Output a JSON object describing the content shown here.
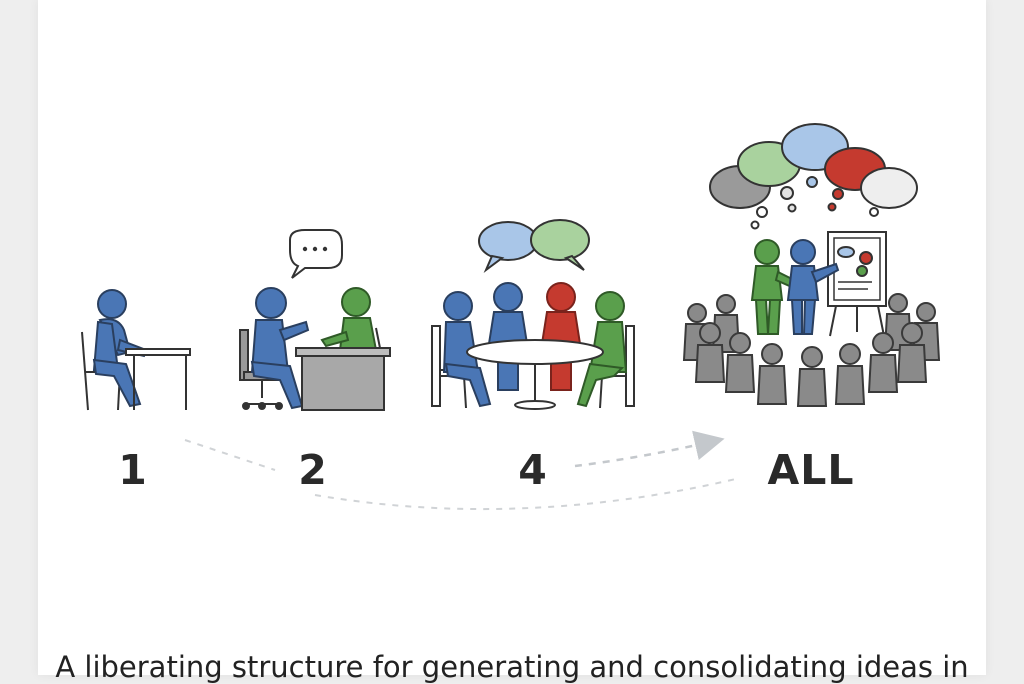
{
  "stages": [
    {
      "id": "1",
      "label": "1"
    },
    {
      "id": "2",
      "label": "2"
    },
    {
      "id": "4",
      "label": "4"
    },
    {
      "id": "all",
      "label": "ALL"
    }
  ],
  "caption": "A liberating structure for generating and consolidating ideas in",
  "colors": {
    "blue": "#4a76b5",
    "green": "#5a9f4c",
    "red": "#c53a2f",
    "gray": "#8a8a8a",
    "bubble_blue": "#a9c6e8",
    "bubble_green": "#a9d29e",
    "arrow": "#c4c8cc",
    "label": "#2a2a2a"
  },
  "icons": [
    "person-icon",
    "speech-bubble-icon",
    "thought-bubble-icon",
    "table-icon",
    "chair-icon",
    "flipchart-icon"
  ]
}
